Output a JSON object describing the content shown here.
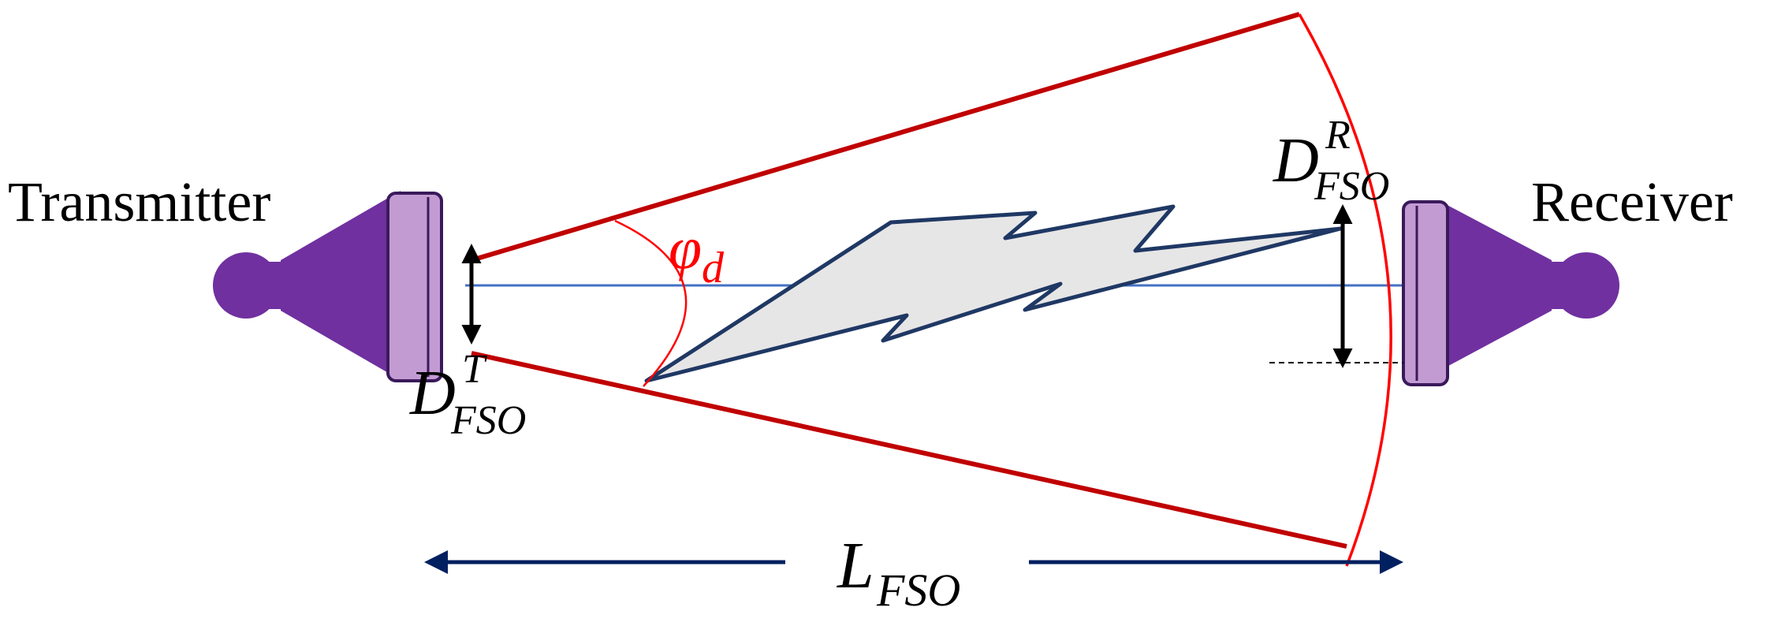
{
  "labels": {
    "transmitter": "Transmitter",
    "receiver": "Receiver",
    "divergence_angle": {
      "symbol": "φ",
      "subscript": "d"
    },
    "tx_aperture": {
      "symbol": "D",
      "superscript": "T",
      "subscript": "FSO"
    },
    "rx_aperture": {
      "symbol": "D",
      "superscript": "R",
      "subscript": "FSO"
    },
    "link_distance": {
      "symbol": "L",
      "subscript": "FSO"
    }
  },
  "colors": {
    "device": "#7030a0",
    "lens": "#c39bd3",
    "beam": "#c00000",
    "arc": "#ff0000",
    "axis": "#4472c4",
    "bolt_fill": "#e7e6e6",
    "bolt_stroke": "#1f3864",
    "distance_arrow": "#002060"
  },
  "icons": {
    "transmitter": "transmitter-device-icon",
    "receiver": "receiver-device-icon",
    "signal": "lightning-bolt-icon"
  }
}
